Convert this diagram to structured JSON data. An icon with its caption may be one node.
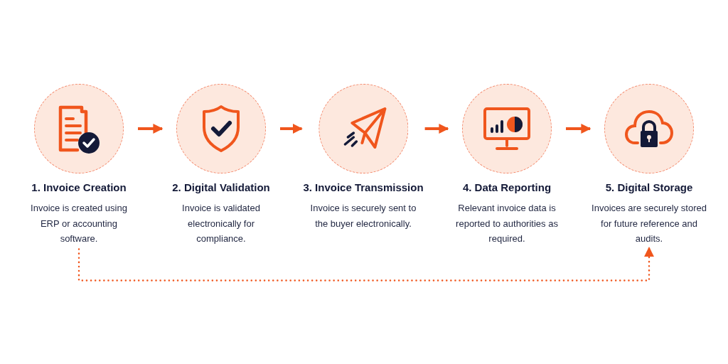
{
  "diagram": {
    "nodes": [
      {
        "text": [
          "1. Invoice Creation",
          "Invoice is created using ERP or accounting software."
        ]
      },
      {
        "text": [
          "2. Digital Validation",
          "Invoice is validated electronically for compliance."
        ]
      },
      {
        "text": [
          "3. Invoice Transmission",
          "Invoice is securely sent to the buyer electronically."
        ]
      },
      {
        "text": [
          "4. Data Reporting",
          "Relevant invoice data is reported to authorities as required."
        ]
      },
      {
        "text": [
          "5. Digital Storage",
          "Invoices are securely stored for future reference and audits."
        ]
      }
    ],
    "edges": [
      {
        "from": 0,
        "to": 1,
        "arrow": "to"
      },
      {
        "from": 1,
        "to": 2,
        "arrow": "to"
      },
      {
        "from": 2,
        "to": 3,
        "arrow": "to"
      },
      {
        "from": 3,
        "to": 4,
        "arrow": "to"
      },
      {
        "from": 0,
        "to": 4,
        "arrow": "to",
        "style": "dashed"
      }
    ]
  }
}
